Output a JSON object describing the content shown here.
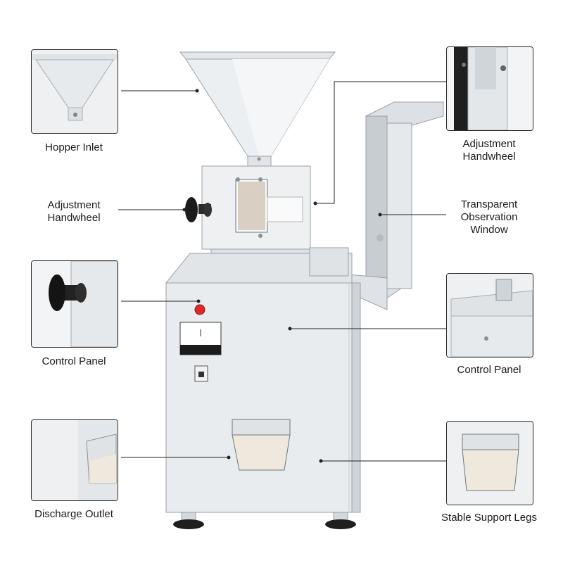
{
  "labels": {
    "hopper_inlet": "Hopper Inlet",
    "adjustment_left_1": "Adjustment",
    "adjustment_left_2": "Handwheel",
    "adjustment_right_1": "Adjustment",
    "adjustment_right_2": "Handwheel",
    "observation_1": "Transparent",
    "observation_2": "Observation",
    "observation_3": "Window",
    "control_panel_left": "Control Panel",
    "control_panel_right": "Control Panel",
    "discharge_outlet": "Discharge Outlet",
    "support_legs": "Stable Support Legs"
  },
  "colors": {
    "machine_body": "#e9ecef",
    "machine_shadow": "#cfd4d9",
    "outline": "#9aa1a8",
    "knob": "#1b1b1b",
    "indicator": "#e0282b",
    "leader_line": "#222222"
  }
}
